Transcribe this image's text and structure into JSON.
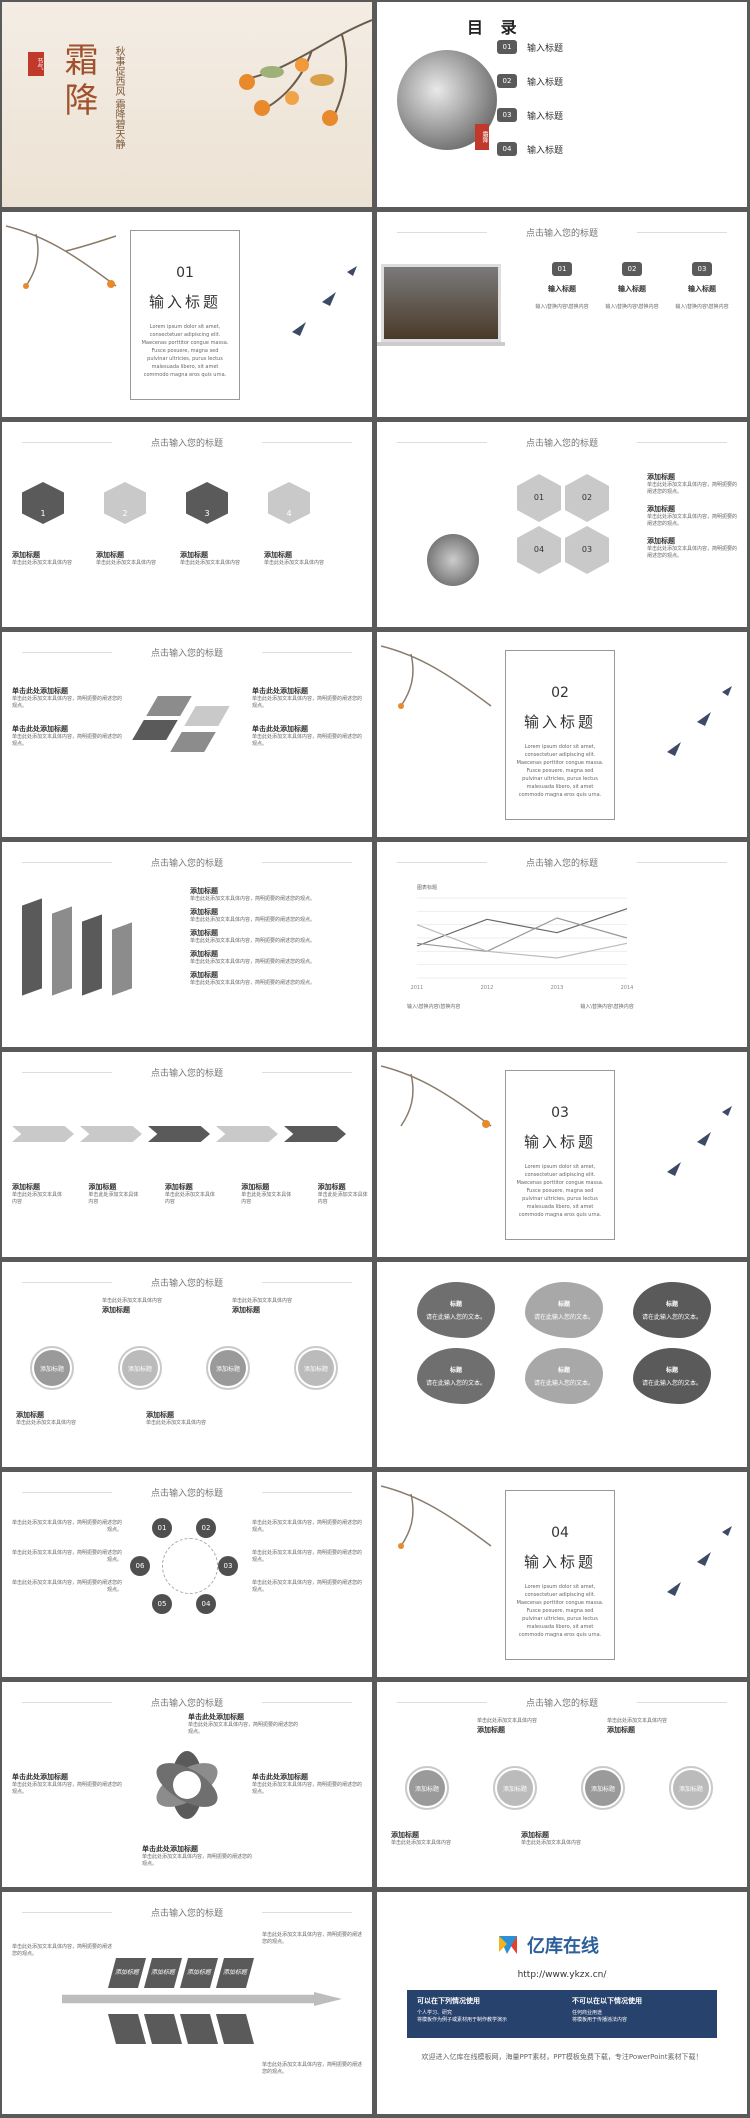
{
  "cover": {
    "badge": "节气",
    "title": "霜降",
    "poem": "秋事促西风 霜降碧天静"
  },
  "toc": {
    "title": "目 录",
    "seal": "霜降",
    "items": [
      {
        "num": "01",
        "label": "输入标题"
      },
      {
        "num": "02",
        "label": "输入标题"
      },
      {
        "num": "03",
        "label": "输入标题"
      },
      {
        "num": "04",
        "label": "输入标题"
      }
    ]
  },
  "sections": [
    {
      "num": "01",
      "title": "输入标题"
    },
    {
      "num": "02",
      "title": "输入标题"
    },
    {
      "num": "03",
      "title": "输入标题"
    },
    {
      "num": "04",
      "title": "输入标题"
    }
  ],
  "lorem": "Lorem ipsum dolor sit amet, consectetuer adipiscing elit. Maecenas porttitor congue massa. Fusce posuere, magna sed pulvinar ultricies, purus lectus malesuada libero, sit amet commodo magna eros quis urna.",
  "slide_title": "点击输入您的标题",
  "add_title": "添加标题",
  "add_title_inline": "输入标题",
  "click_add_title": "单击此处添加标题",
  "body_short": "单击此处添加文本具体内容",
  "body_long": "单击此处添加文本具体内容，简明扼要的阐述您的观点。",
  "input_text": "请在此输入您的文本。",
  "placeholder": "输入\\替换内容\\替换内容",
  "laptop": {
    "cols": [
      {
        "num": "01",
        "title": "输入标题"
      },
      {
        "num": "02",
        "title": "输入标题"
      },
      {
        "num": "03",
        "title": "输入标题"
      }
    ]
  },
  "process_steps": [
    "1",
    "2",
    "3",
    "4"
  ],
  "hex_nums": [
    "01",
    "02",
    "03",
    "04"
  ],
  "cycle_nums": [
    "01",
    "02",
    "03",
    "04",
    "05",
    "06"
  ],
  "chart_data": [
    {
      "type": "line",
      "title": "图表标题",
      "categories": [
        "2011",
        "2012",
        "2013",
        "2014"
      ],
      "ylim": [
        0,
        6
      ],
      "series": [
        {
          "values": [
            2.4,
            4.4,
            3.4,
            5.2
          ]
        },
        {
          "values": [
            2.6,
            2.0,
            4.5,
            3.0
          ]
        },
        {
          "values": [
            4.0,
            2.0,
            1.5,
            2.6
          ]
        }
      ],
      "grid": true
    }
  ],
  "bubbles": [
    {
      "label": "标题",
      "text": "请在此输入您的文本。",
      "color": "#6f6f6f"
    },
    {
      "label": "标题",
      "text": "请在此输入您的文本。",
      "color": "#a8a8a8"
    },
    {
      "label": "标题",
      "text": "请在此输入您的文本。",
      "color": "#5a5a5a"
    },
    {
      "label": "标题",
      "text": "请在此输入您的文本。",
      "color": "#6f6f6f"
    },
    {
      "label": "标题",
      "text": "请在此输入您的文本。",
      "color": "#a8a8a8"
    },
    {
      "label": "标题",
      "text": "请在此输入您的文本。",
      "color": "#5a5a5a"
    }
  ],
  "brand": {
    "name": "亿库在线",
    "url": "http://www.ykzx.cn/",
    "can_title": "可以在下列情况使用",
    "can_items": [
      "个人学习、研究",
      "将模板作为例子或素材用于制作教学演示"
    ],
    "cannot_title": "不可以在以下情况使用",
    "cannot_items": [
      "任何商业用途",
      "将模板用于传播违法内容"
    ],
    "footer": "欢迎进入亿库在线模板网，海量PPT素材，PPT模板免费下载，专注PowerPoint素材下载！"
  },
  "colors": {
    "dark": "#5a5a5a",
    "mid": "#8c8c8c",
    "light": "#c9c9c9",
    "accent": "#e0892a"
  }
}
